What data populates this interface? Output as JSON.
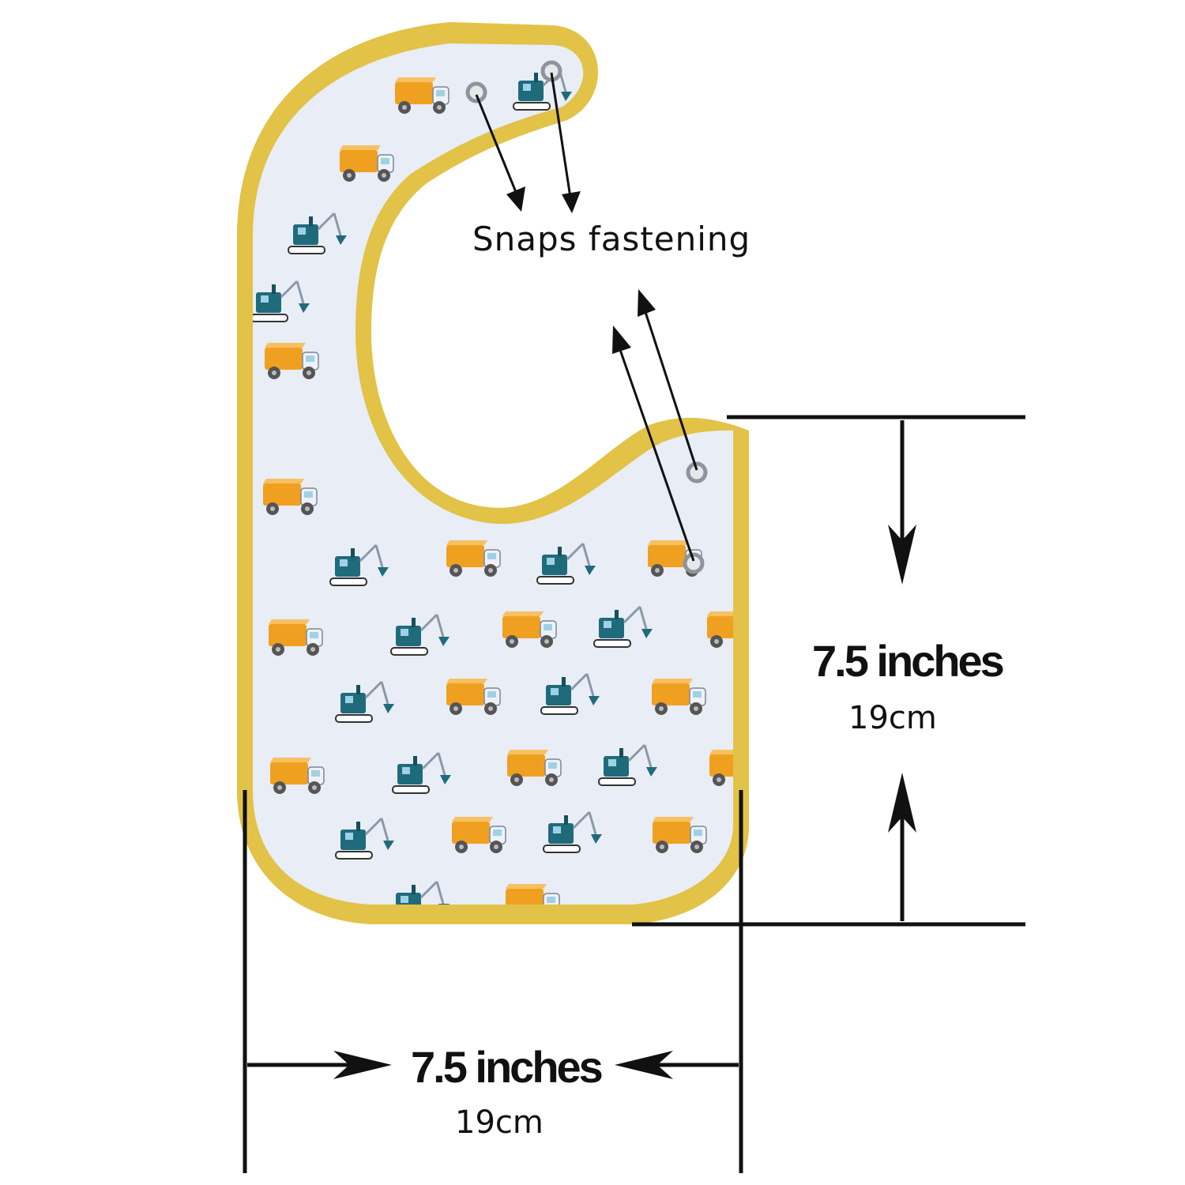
{
  "colors": {
    "trim": "#e2c247",
    "fabric": "#e8edf6",
    "truck_body": "#f0a020",
    "excavator": "#1f6b7c",
    "snap": "#9aa0a6",
    "line": "#111111"
  },
  "callout": {
    "text": "Snaps fastening"
  },
  "height_dimension": {
    "inches": "7.5 inches",
    "cm": "19cm"
  },
  "width_dimension": {
    "inches": "7.5 inches",
    "cm": "19cm"
  },
  "print_motifs": [
    "dump-truck-icon",
    "excavator-icon"
  ]
}
